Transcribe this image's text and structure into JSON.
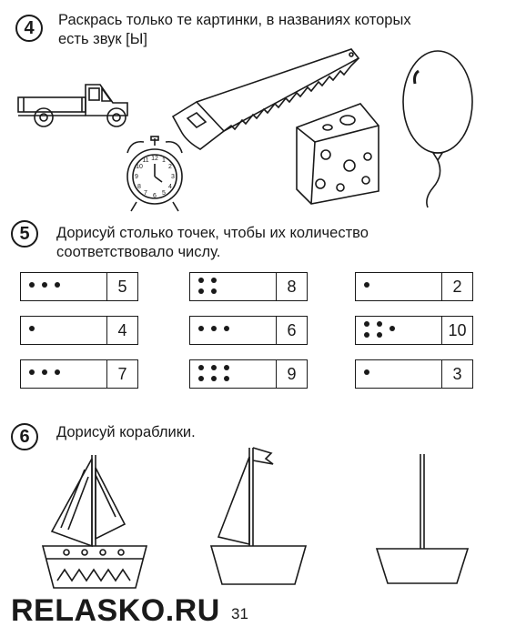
{
  "tasks": [
    {
      "number": "4",
      "text_lines": [
        "Раскрась только те картинки, в названиях которых",
        "есть звук [Ы]"
      ]
    },
    {
      "number": "5",
      "text_lines": [
        "Дорисуй столько точек, чтобы их количество",
        "соответствовало числу."
      ]
    },
    {
      "number": "6",
      "text_lines": [
        "Дорисуй кораблики."
      ]
    }
  ],
  "task4_pictures": [
    "truck",
    "alarm-clock",
    "saw",
    "cheese",
    "balloon"
  ],
  "task5_boxes": [
    {
      "number": "5",
      "dots_drawn": 3
    },
    {
      "number": "8",
      "dots_drawn": 4
    },
    {
      "number": "2",
      "dots_drawn": 1
    },
    {
      "number": "4",
      "dots_drawn": 1
    },
    {
      "number": "6",
      "dots_drawn": 3
    },
    {
      "number": "10",
      "dots_drawn": 5
    },
    {
      "number": "7",
      "dots_drawn": 3
    },
    {
      "number": "9",
      "dots_drawn": 6
    },
    {
      "number": "3",
      "dots_drawn": 1
    }
  ],
  "task6_boats": [
    {
      "name": "complete-sailboat"
    },
    {
      "name": "partial-sailboat"
    },
    {
      "name": "hull-and-mast"
    }
  ],
  "footer": {
    "watermark": "RELASKO.RU",
    "page_number": "31"
  }
}
